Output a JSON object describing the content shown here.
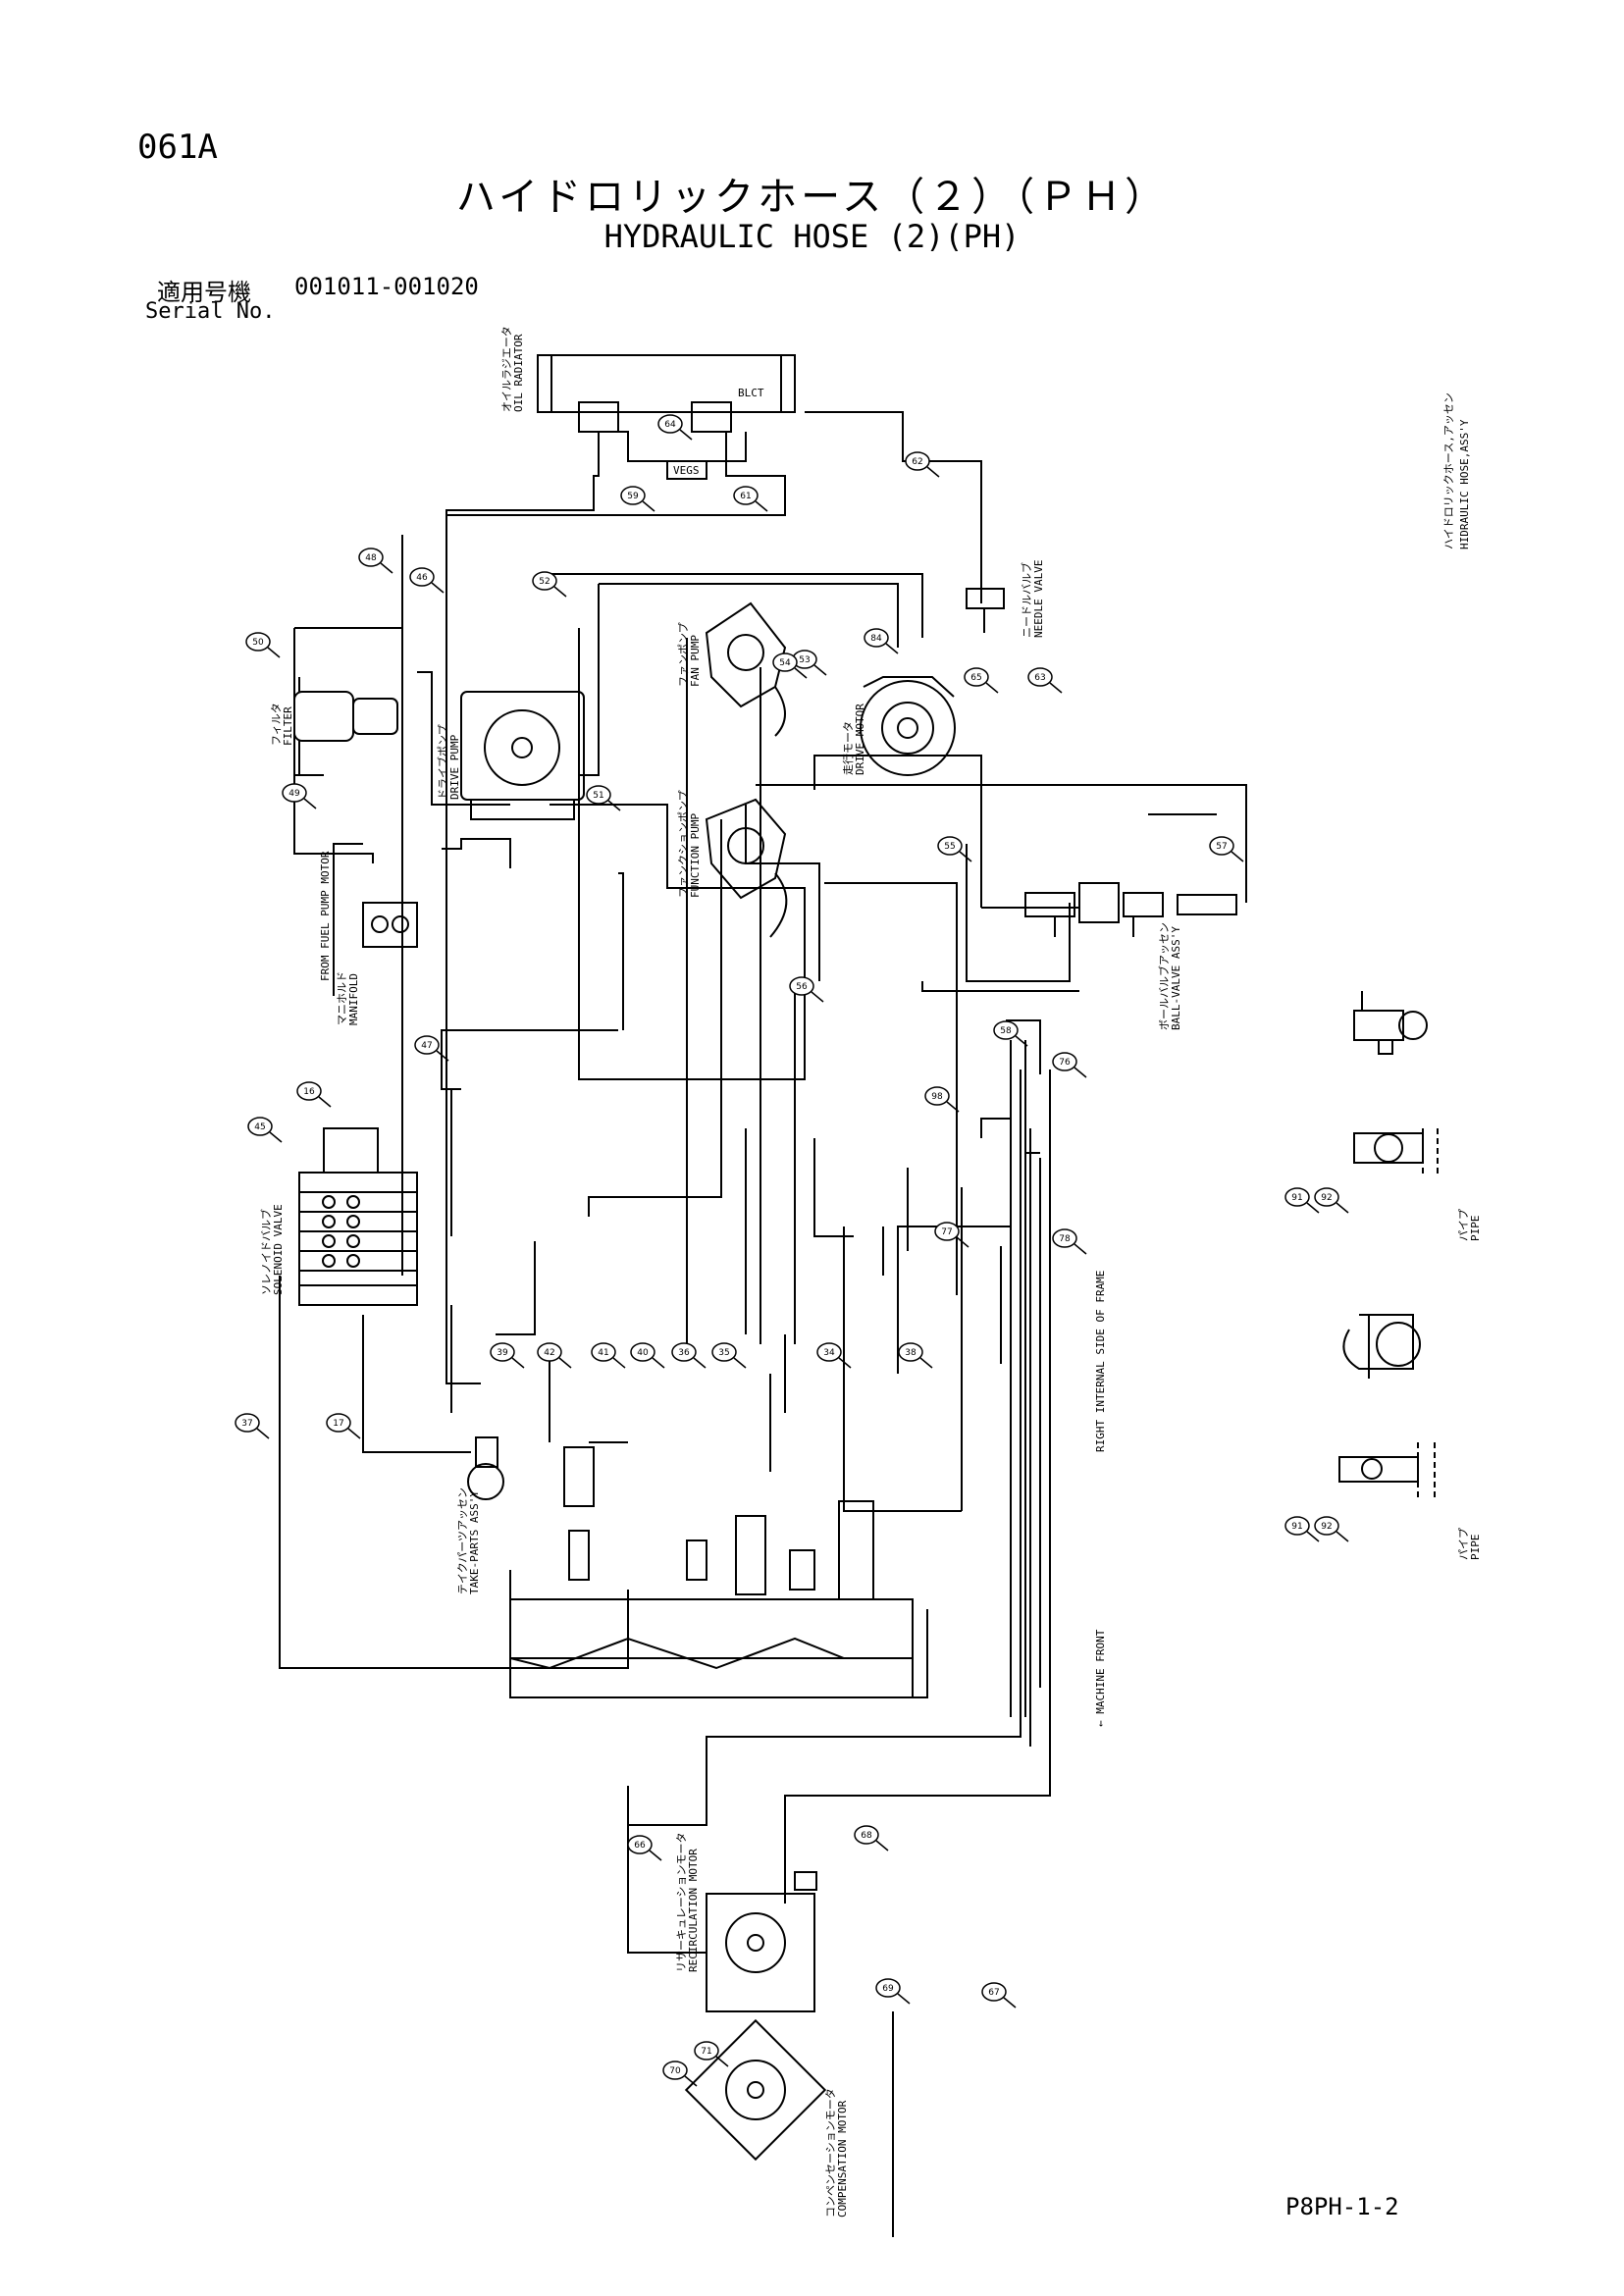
{
  "header": {
    "page_code": "061A",
    "title_jp": "ハイドロリックホース（２）（ＰＨ）",
    "title_en": "HYDRAULIC HOSE (2)(PH)",
    "serial_label_jp": "適用号機",
    "serial_range": "001011-001020",
    "serial_label_en": "Serial No."
  },
  "side_title": {
    "jp": "ハイドロリックホース,アッセン",
    "en": "HIDRAULIC HOSE,ASS'Y"
  },
  "components": {
    "oil_radiator": "OIL RADIATOR",
    "oil_radiator_jp": "オイルラジエータ",
    "filter": "FILTER",
    "filter_jp": "フィルタ",
    "drive_pump": "DRIVE PUMP",
    "drive_pump_jp": "ドライブポンプ",
    "fan_pump": "FAN PUMP",
    "fan_pump_jp": "ファンポンプ",
    "drive_motor": "DRIVE MOTOR",
    "drive_motor_jp": "走行モータ",
    "needle_valve": "NEEDLE VALVE",
    "needle_valve_jp": "ニードルバルブ",
    "function_pump": "FUNCTION PUMP",
    "function_pump_jp": "ファンクションポンプ",
    "manifold": "MANIFOLD",
    "manifold_jp": "マニホルド",
    "from_pump_motor": "FROM FUEL PUMP MOTOR",
    "solenoid_valve": "SOLENOID VALVE",
    "solenoid_valve_jp": "ソレノイドバルブ",
    "ball_valve": "BALL-VALVE ASS'Y",
    "ball_valve_jp": "ボールバルブアッセン",
    "take_parts": "TAKE-PARTS ASS'Y",
    "take_parts_jp": "テイクパーツアッセン",
    "recirculation_motor": "RECIRCULATION MOTOR",
    "recirculation_motor_jp": "リサーキュレーションモータ",
    "compensation_motor": "COMPENSATION MOTOR",
    "compensation_motor_jp": "コンペンセーションモータ",
    "right_internal": "RIGHT INTERNAL SIDE OF FRAME",
    "machine_front": "← MACHINE FRONT",
    "pipe_1": "PIPE",
    "pipe_1_jp": "パイプ",
    "pipe_2": "PIPE",
    "pipe_2_jp": "パイプ",
    "bolt": "BLCT",
    "plate": "VEGS"
  },
  "callouts": [
    {
      "id": "c64",
      "text": "64"
    },
    {
      "id": "c59",
      "text": "59"
    },
    {
      "id": "c61",
      "text": "61"
    },
    {
      "id": "c62",
      "text": "62"
    },
    {
      "id": "c48",
      "text": "48"
    },
    {
      "id": "c46",
      "text": "46"
    },
    {
      "id": "c52",
      "text": "52"
    },
    {
      "id": "c50",
      "text": "50"
    },
    {
      "id": "c49",
      "text": "49"
    },
    {
      "id": "c51",
      "text": "51"
    },
    {
      "id": "c53",
      "text": "53"
    },
    {
      "id": "c54",
      "text": "54"
    },
    {
      "id": "c84",
      "text": "84"
    },
    {
      "id": "c65",
      "text": "65"
    },
    {
      "id": "c63",
      "text": "63"
    },
    {
      "id": "c55",
      "text": "55"
    },
    {
      "id": "c56",
      "text": "56"
    },
    {
      "id": "c57",
      "text": "57"
    },
    {
      "id": "c47",
      "text": "47"
    },
    {
      "id": "c16",
      "text": "16"
    },
    {
      "id": "c45",
      "text": "45"
    },
    {
      "id": "c58",
      "text": "58"
    },
    {
      "id": "c76",
      "text": "76"
    },
    {
      "id": "c98",
      "text": "98"
    },
    {
      "id": "c77",
      "text": "77"
    },
    {
      "id": "c78",
      "text": "78"
    },
    {
      "id": "c39",
      "text": "39"
    },
    {
      "id": "c42",
      "text": "42"
    },
    {
      "id": "c41",
      "text": "41"
    },
    {
      "id": "c40",
      "text": "40"
    },
    {
      "id": "c36",
      "text": "36"
    },
    {
      "id": "c35",
      "text": "35"
    },
    {
      "id": "c34",
      "text": "34"
    },
    {
      "id": "c38",
      "text": "38"
    },
    {
      "id": "c37",
      "text": "37"
    },
    {
      "id": "c17",
      "text": "17"
    },
    {
      "id": "c66",
      "text": "66"
    },
    {
      "id": "c68",
      "text": "68"
    },
    {
      "id": "c69",
      "text": "69"
    },
    {
      "id": "c67",
      "text": "67"
    },
    {
      "id": "c70",
      "text": "70"
    },
    {
      "id": "c71",
      "text": "71"
    },
    {
      "id": "c91a",
      "text": "91"
    },
    {
      "id": "c92a",
      "text": "92"
    },
    {
      "id": "c91b",
      "text": "91"
    },
    {
      "id": "c92b",
      "text": "92"
    }
  ],
  "footer": {
    "page_id": "P8PH-1-2"
  }
}
